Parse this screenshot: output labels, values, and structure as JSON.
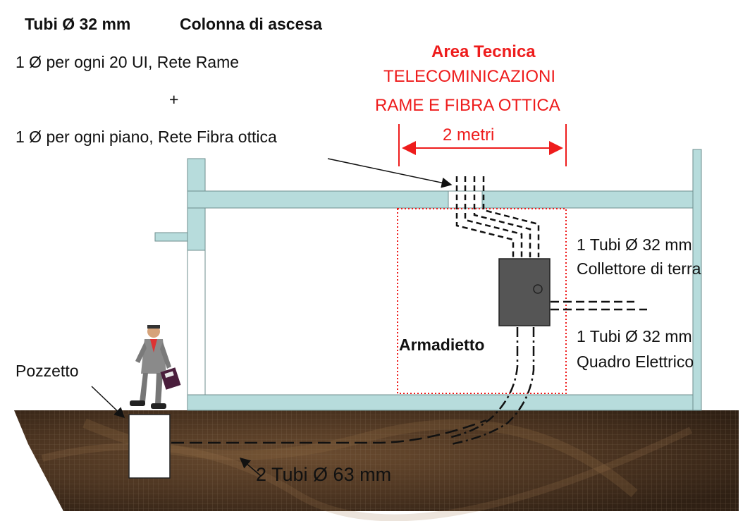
{
  "header": {
    "title_pipes": "Tubi Ø  32 mm",
    "title_riser": "Colonna di ascesa",
    "line_copper": "1 Ø per ogni 20 UI, Rete Rame",
    "plus": "+",
    "line_fiber": "1 Ø per ogni piano, Rete Fibra ottica"
  },
  "technical_area": {
    "title": "Area Tecnica",
    "line1": "TELECOMINICAZIONI",
    "line2": "RAME E FIBRA OTTICA",
    "width_label": "2 metri"
  },
  "labels": {
    "earth_pipe": "1 Tubi Ø  32 mm",
    "earth_collector": "Collettore di terra",
    "panel_pipe": "1 Tubi Ø  32 mm",
    "electric_panel": "Quadro Elettrico",
    "cabinet": "Armadietto",
    "manhole": "Pozzetto",
    "underground_pipes": "2 Tubi Ø  63 mm"
  },
  "colors": {
    "slab": "#b7dcdc",
    "ground": "#4a3422",
    "cabinet": "#555555",
    "accent_red": "#ee1c1c"
  }
}
